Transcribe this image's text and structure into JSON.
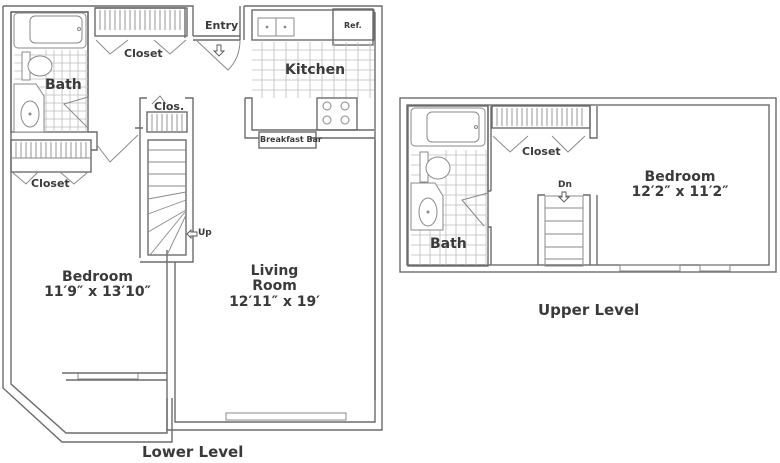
{
  "floorplan": {
    "lower_level": {
      "title": "Lower Level",
      "rooms": {
        "bath": {
          "label": "Bath"
        },
        "closet_top": {
          "label": "Closet"
        },
        "closet_left": {
          "label": "Closet"
        },
        "entry": {
          "label": "Entry"
        },
        "kitchen": {
          "label": "Kitchen"
        },
        "refrigerator": {
          "label": "Ref."
        },
        "breakfast_bar": {
          "label": "Breakfast Bar"
        },
        "closet_stair": {
          "label": "Clos."
        },
        "stairs": {
          "label": "Up"
        },
        "bedroom": {
          "label": "Bedroom",
          "dimensions": "11′9″ x 13′10″"
        },
        "living_room": {
          "label_line1": "Living",
          "label_line2": "Room",
          "dimensions": "12′11″ x 19′"
        }
      }
    },
    "upper_level": {
      "title": "Upper Level",
      "rooms": {
        "bath": {
          "label": "Bath"
        },
        "closet": {
          "label": "Closet"
        },
        "stairs": {
          "label": "Dn"
        },
        "bedroom": {
          "label": "Bedroom",
          "dimensions": "12′2″ x 11′2″"
        }
      }
    },
    "colors": {
      "wall": "#6b6b6b",
      "text": "#3a3a3a",
      "tile_grid": "#bdbdbd",
      "background": "#ffffff"
    }
  }
}
